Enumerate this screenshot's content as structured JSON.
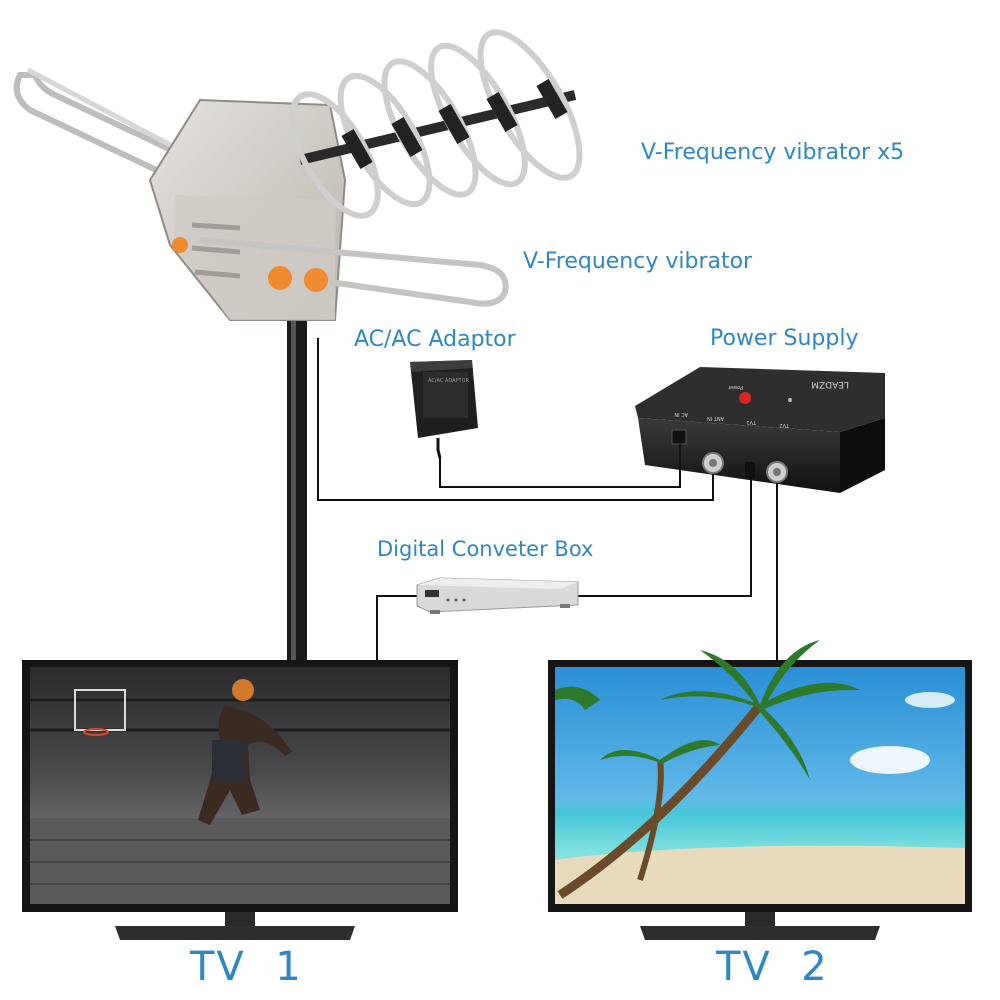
{
  "labels": {
    "v_freq_x5": "V-Frequency vibrator x5",
    "v_freq": "V-Frequency vibrator",
    "ac_adaptor": "AC/AC Adaptor",
    "power_supply": "Power Supply",
    "converter_box": "Digital Conveter Box",
    "tv1": "TV  1",
    "tv2": "TV  2"
  },
  "power_supply_box": {
    "brand": "LEADZM",
    "ports": [
      "AC IN",
      "ANT IN",
      "TV1",
      "TV2"
    ],
    "power_label": "Power"
  },
  "adaptor": {
    "text": "AC/AC ADAPTOR"
  },
  "colors": {
    "label": "#2f86c5",
    "cable": "#111111",
    "antenna_orange": "#f08a2c"
  }
}
